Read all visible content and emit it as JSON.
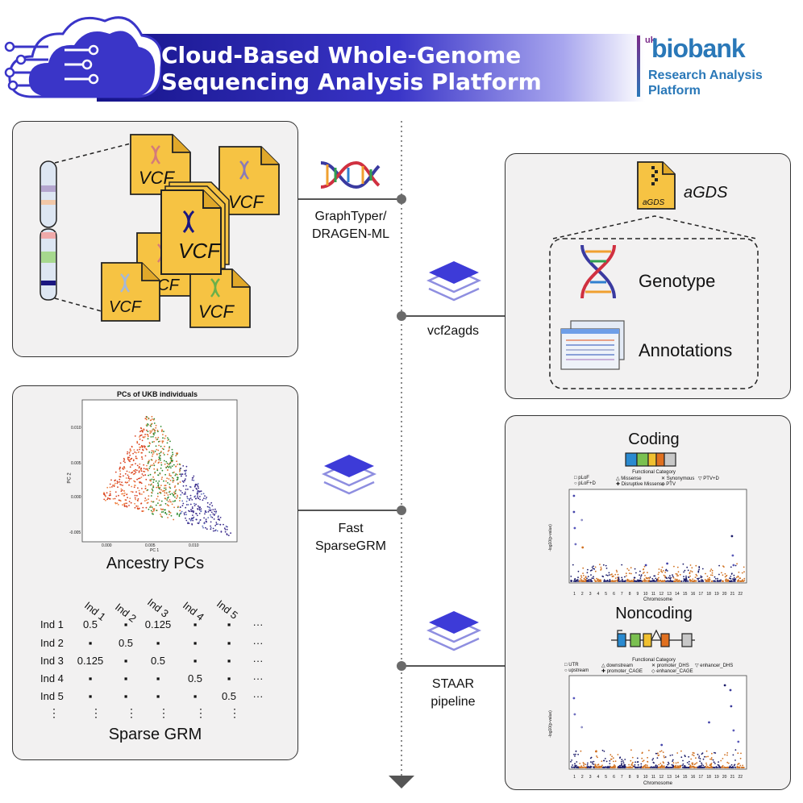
{
  "header": {
    "title_line1": "Cloud-Based Whole-Genome",
    "title_line2": "Sequencing Analysis Platform"
  },
  "logo": {
    "uk": "uk",
    "brand": "biobank",
    "sub_line1": "Research Analysis",
    "sub_line2": "Platform"
  },
  "vcf_label": "VCF",
  "steps": {
    "graphtyper_line1": "GraphTyper/",
    "graphtyper_line2": "DRAGEN-ML",
    "vcf2agds": "vcf2agds",
    "sparsegrm_line1": "Fast",
    "sparsegrm_line2": "SparseGRM",
    "staar_line1": "STAAR",
    "staar_line2": "pipeline"
  },
  "agds": {
    "file_label": "aGDS",
    "title": "aGDS",
    "genotype": "Genotype",
    "annotations": "Annotations"
  },
  "pca": {
    "plot_title": "PCs of UKB individuals",
    "xlabel": "PC 1",
    "ylabel": "PC 2",
    "xticks": [
      "0.000",
      "0.005",
      "0.010"
    ],
    "yticks": [
      "0.010",
      "0.005",
      "0.000",
      "-0.005"
    ],
    "caption": "Ancestry PCs"
  },
  "grm": {
    "headers": [
      "Ind 1",
      "Ind 2",
      "Ind 3",
      "Ind 4",
      "Ind 5"
    ],
    "rows": [
      "Ind 1",
      "Ind 2",
      "Ind 3",
      "Ind 4",
      "Ind 5"
    ],
    "cells": [
      [
        "0.5",
        "▪",
        "0.125",
        "▪",
        "▪",
        "···"
      ],
      [
        "▪",
        "0.5",
        "▪",
        "▪",
        "▪",
        "···"
      ],
      [
        "0.125",
        "▪",
        "0.5",
        "▪",
        "▪",
        "···"
      ],
      [
        "▪",
        "▪",
        "▪",
        "0.5",
        "▪",
        "···"
      ],
      [
        "▪",
        "▪",
        "▪",
        "▪",
        "0.5",
        "···"
      ]
    ],
    "ellipsis": "⋮",
    "caption": "Sparse GRM"
  },
  "coding": {
    "title": "Coding",
    "legend_title": "Functional Category",
    "legend": [
      "pLoF",
      "pLoF+D",
      "Missense",
      "Disruptive Missense",
      "Synonymous",
      "PTV",
      "PTV+D"
    ],
    "xlabel": "Chromosome",
    "ylabel": "-log10(p-value)"
  },
  "noncoding": {
    "title": "Noncoding",
    "legend_title": "Functional Category",
    "legend": [
      "UTR",
      "upstream",
      "downstream",
      "promoter_CAGE",
      "promoter_DHS",
      "enhancer_CAGE",
      "enhancer_DHS"
    ],
    "xlabel": "Chromosome",
    "ylabel": "-log10(p-value)"
  },
  "chromosome_ticks": [
    "1",
    "2",
    "3",
    "4",
    "5",
    "6",
    "7",
    "8",
    "9",
    "10",
    "11",
    "12",
    "13",
    "14",
    "15",
    "16",
    "17",
    "18",
    "19",
    "20",
    "21",
    "22"
  ],
  "colors": {
    "banner": "#16148a",
    "file_yellow": "#f6c343",
    "layer_blue": "#3d3bd8",
    "brand_blue": "#2a78b8",
    "brand_purple": "#7b2a8a"
  }
}
